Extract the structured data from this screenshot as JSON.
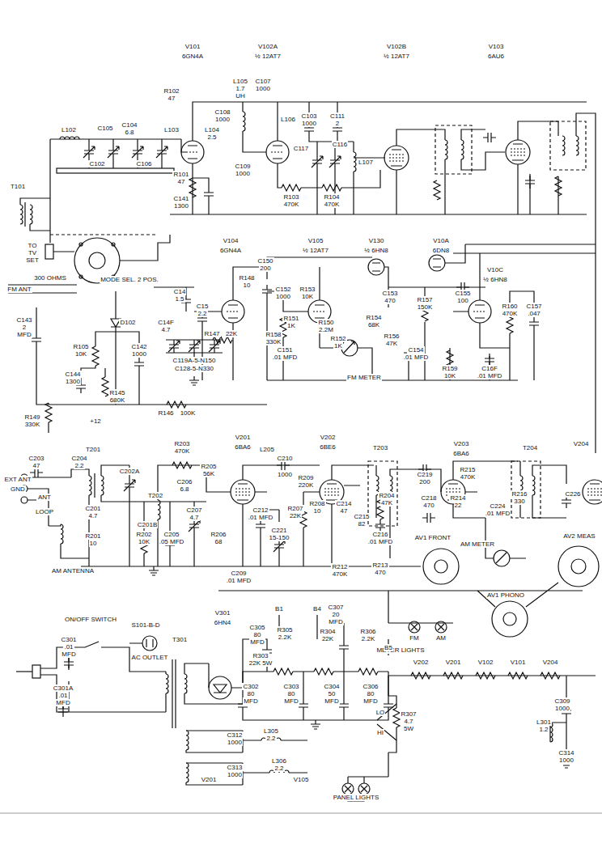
{
  "diagram": {
    "labels": [
      "V101",
      "6GN4A",
      "V102A",
      "½ 12AT7",
      "V102B",
      "½ 12AT7",
      "V103",
      "6AU6",
      "L105",
      "1.7",
      "UH",
      "R102",
      "47",
      "C107",
      "1000",
      "C108",
      "1000",
      "L104",
      "2.5",
      "L106",
      "C103",
      "1000",
      "C111",
      "2",
      "C105",
      "C104",
      "6.8",
      "L102",
      "L103",
      "C102",
      "C106",
      "R101",
      "47",
      "C141",
      "1300",
      "C109",
      "1000",
      "C117",
      "C116",
      "L107",
      "R103",
      "470K",
      "R104",
      "470K",
      "T101",
      "TO TV SET",
      "FM ANT",
      "300 OHMS",
      "MODE SEL. 2 POS.",
      "C143",
      "2",
      "MFD",
      "D102",
      "R105",
      "10K",
      "C142",
      "1000",
      "C144",
      "1300",
      "R145",
      "680K",
      "R149",
      "330K",
      "+12",
      "R146",
      "100K",
      "V104",
      "6GN4A",
      "V105",
      "½ 12AT7",
      "V130",
      "½ 6HN8",
      "V10A",
      "6DN8",
      "V10C",
      "½ 6HN8",
      "C14",
      "1.5",
      "C15",
      "2.2",
      "R147",
      "22K",
      "C14F",
      "4.7",
      "C119A-5-N150",
      "C128-5-N330",
      "R148",
      "10",
      "C150",
      "200",
      "C152",
      "1000",
      "R153",
      "10K",
      "R151",
      "1K",
      "C153",
      "470",
      "R154",
      "68K",
      "R157",
      "150K",
      "C155",
      "100",
      "R160",
      "470K",
      "C157",
      ".047",
      "R158",
      "330K",
      "C151",
      ".01 MFD",
      "R150",
      "2.2M",
      "R152",
      "1K",
      "R156",
      "47K",
      "C154",
      ".01 MFD",
      "FM METER",
      "R159",
      "10K",
      "C16F",
      ".01 MFD",
      "V201",
      "6BA6",
      "V202",
      "6BE6",
      "V203",
      "6BA6",
      "V204",
      "T201",
      "T202",
      "T203",
      "T204",
      "C203",
      "47",
      "C204",
      "2.2",
      "C202A",
      "R203",
      "470K",
      "R205",
      "56K",
      "L205",
      "C210",
      "1000",
      "R209",
      "220K",
      "EXT ANT",
      "GND",
      "ANT",
      "LOOP",
      "AM ANTENNA",
      "C201",
      "4.7",
      "C201B",
      "R201",
      "10",
      "R202",
      "10K",
      "C205",
      ".05 MFD",
      "C206",
      "6.8",
      "C207",
      "4.7",
      "R206",
      "68",
      "C212",
      ".01 MFD",
      "C221",
      "15-150",
      "R207",
      "22K",
      "R208",
      "10",
      "C214",
      "47",
      "C215",
      "82",
      "R204",
      "47K",
      "C216",
      ".01 MFD",
      "C209",
      ".01 MFD",
      "R212",
      "470K",
      "R213",
      "470",
      "C219",
      "200",
      "C218",
      "470",
      "R215",
      "470K",
      "R214",
      "22",
      "C224",
      ".01 MFD",
      "R216",
      "330",
      "C226",
      "AM METER",
      "AV1 FRONT",
      "AV2 MEAS",
      "AV1 PHONO",
      "FM",
      "AM",
      "METER LIGHTS",
      "V301",
      "6HN4",
      "T301",
      "ON/OFF SWITCH",
      "S101-B-D",
      "AC OUTLET",
      "C301",
      ".01",
      "MFD",
      "C301A",
      ".01",
      "MFD",
      "C305",
      "80",
      "MFD",
      "R305",
      "2.2K",
      "R303",
      "22K 5W",
      "R304",
      "22K",
      "C307",
      "20",
      "MFD",
      "R306",
      "2.2K",
      "C302",
      "80",
      "MFD",
      "C303",
      "80",
      "MFD",
      "C304",
      "50",
      "MFD",
      "C306",
      "80",
      "MFD",
      "B1",
      "B4",
      "B5",
      "R307",
      "4.7",
      "5W",
      "LO",
      "HI",
      "PANEL LIGHTS",
      "C309",
      "1000",
      "L301",
      "1.2",
      "C314",
      "1000",
      "V202",
      "V201",
      "V102",
      "V101",
      "V204",
      "C312",
      "1000",
      "L305",
      "2.2",
      "C313",
      "1000",
      "L306",
      "2.2",
      "V201",
      "V105"
    ]
  }
}
